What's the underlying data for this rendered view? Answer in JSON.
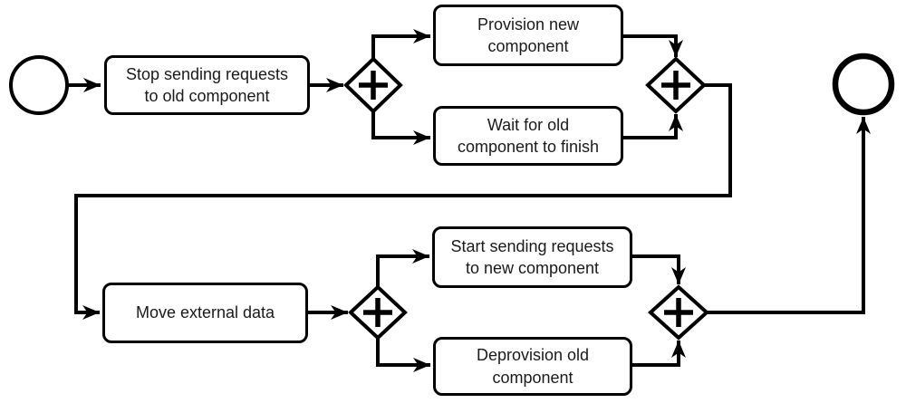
{
  "colors": {
    "background": "#ffffff",
    "stroke": "#000000",
    "text": "#1a1a1a"
  },
  "process": {
    "start_event": {
      "shape": "thin-circle"
    },
    "end_event": {
      "shape": "thick-circle"
    },
    "gateway_symbol": "plus-icon",
    "tasks": {
      "stop_requests": {
        "label": "Stop sending requests\nto old component"
      },
      "provision_new": {
        "label": "Provision new\ncomponent"
      },
      "wait_old": {
        "label": "Wait for old\ncomponent to finish"
      },
      "move_data": {
        "label": "Move external data"
      },
      "start_requests": {
        "label": "Start sending requests\nto new component"
      },
      "deprovision_old": {
        "label": "Deprovision old\ncomponent"
      }
    }
  }
}
